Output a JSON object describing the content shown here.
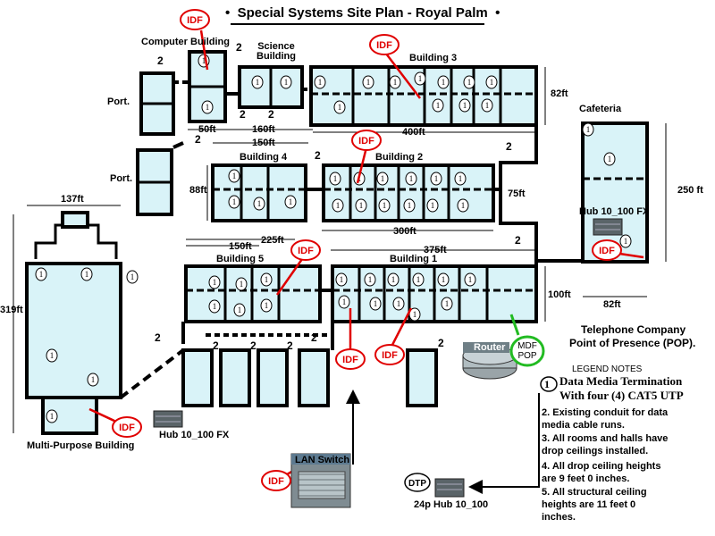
{
  "title": "Special Systems Site Plan - Royal Palm",
  "title_bullet": "•",
  "buildings": {
    "computer": "Computer Building",
    "science": "Science Building",
    "building3": "Building 3",
    "building4": "Building 4",
    "building2": "Building 2",
    "building5": "Building 5",
    "building1": "Building 1",
    "cafeteria": "Cafeteria",
    "multipurpose": "Multi-Purpose Building",
    "portable": "Port."
  },
  "dimensions": {
    "d50": "50ft",
    "d160": "160ft",
    "d150a": "150ft",
    "d400": "400ft",
    "d82a": "82ft",
    "d88": "88ft",
    "d75": "75ft",
    "d300": "300ft",
    "d250": "250 ft",
    "d150b": "150ft",
    "d225": "225ft",
    "d375": "375ft",
    "d100": "100ft",
    "d82b": "82ft",
    "d137": "137ft",
    "d319": "319ft"
  },
  "labels": {
    "idf": "IDF",
    "mdf": "MDF",
    "pop": "POP",
    "dtp": "DTP",
    "router": "Router",
    "lan_switch": "LAN Switch",
    "hub_mp": "Hub 10_100 FX",
    "hub_caf": "Hub 10_100 FX",
    "hub_24p": "24p  Hub 10_100",
    "telephone": "Telephone Company",
    "pop_long": "Point  of Presence (POP).",
    "jack": "1",
    "conduit": "2"
  },
  "legend": {
    "title": "LEGEND NOTES",
    "n1_num": "1",
    "n1_line1": "Data Media Termination",
    "n1_line2": "With four (4) CAT5 UTP",
    "n2": [
      "2.  Existing conduit for data",
      "     media cable runs."
    ],
    "n3": [
      "3.  All rooms and halls have",
      "     drop ceilings installed."
    ],
    "n4": [
      "4.  All drop ceiling heights",
      "     are 9 feet 0 inches."
    ],
    "n5": [
      "5.  All structural ceiling",
      "     heights are 11 feet 0",
      "     inches."
    ]
  },
  "colors": {
    "room_fill": "#d9f3f8",
    "wall": "#000000",
    "idf_red": "#e00000",
    "mdf_green": "#22bb22"
  }
}
